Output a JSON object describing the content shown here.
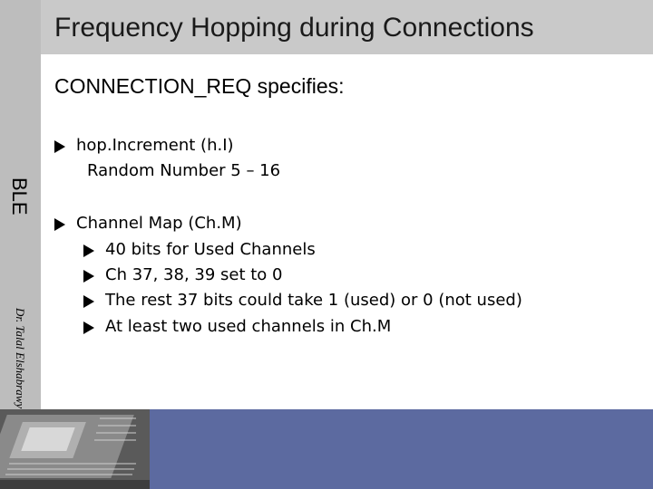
{
  "slide": {
    "title": "Frequency Hopping during Connections",
    "side_label": "BLE",
    "side_author": "Dr. Talal Elshabrawy",
    "intro": "CONNECTION_REQ specifies:",
    "bullets": [
      {
        "label": "hop.Increment (h.I)",
        "sub_text": "Random Number 5 – 16"
      },
      {
        "label": "Channel Map (Ch.M)",
        "sub_bullets": [
          "40 bits for Used Channels",
          "Ch 37, 38, 39 set to 0",
          "The rest 37 bits could take 1 (used) or 0 (not used)",
          "At least two used channels in Ch.M"
        ]
      }
    ]
  },
  "colors": {
    "title_band": "#c9c9c9",
    "left_bar": "#bdbdbd",
    "footer_blue": "#5c6aa0"
  },
  "icons": {
    "bullet": "arrow-bullet-icon",
    "footer": "circuit-board-image"
  }
}
